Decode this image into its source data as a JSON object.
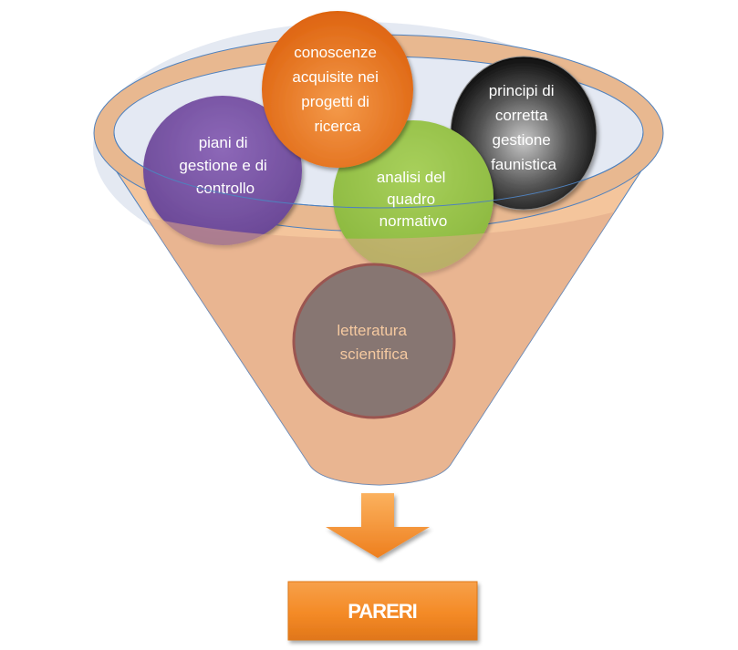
{
  "diagram": {
    "title": "",
    "colors": {
      "funnel_fill": "#f4c59c",
      "funnel_stroke": "#4f81bd",
      "rim_fill": "#e6b893",
      "bowl_tint": "#dfe5f0",
      "output_orange": "#f28b24"
    },
    "inputs": [
      {
        "id": "piani",
        "lines": [
          "piani di",
          "gestione e di",
          "controllo"
        ],
        "color": "#7c58a5"
      },
      {
        "id": "conoscenze",
        "lines": [
          "conoscenze",
          "acquisite nei",
          "progetti di",
          "ricerca"
        ],
        "color": "#e46c0a"
      },
      {
        "id": "analisi",
        "lines": [
          "analisi del",
          "quadro",
          "normativo"
        ],
        "color": "#9bc54a"
      },
      {
        "id": "principi",
        "lines": [
          "principi di",
          "corretta",
          "gestione",
          "faunistica"
        ],
        "color": "#1a1a1a"
      },
      {
        "id": "letteratura",
        "lines": [
          "letteratura",
          "scientifica"
        ],
        "color": "#877672"
      }
    ],
    "arrow": {
      "direction": "down",
      "icon": "arrow-down-icon"
    },
    "output": {
      "label": "PARERI"
    }
  }
}
